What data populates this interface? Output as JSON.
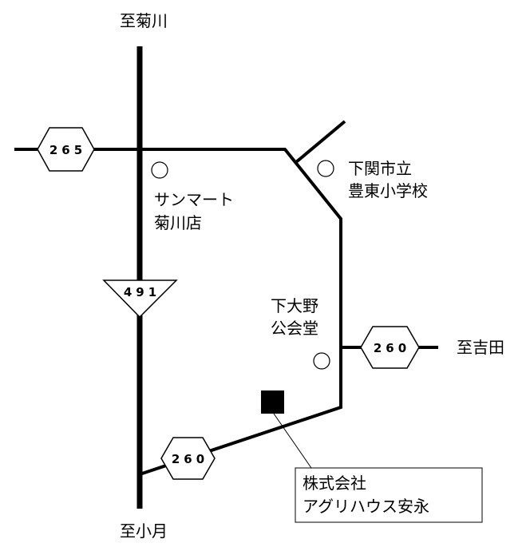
{
  "destinations": {
    "north": "至菊川",
    "south": "至小月",
    "east": "至吉田"
  },
  "route_shields": {
    "r265": "265",
    "r491": "491",
    "r260_east": "260",
    "r260_south": "260"
  },
  "landmarks": {
    "supermarket_line1": "サンマート",
    "supermarket_line2": "菊川店",
    "school_line1": "下関市立",
    "school_line2": "豊東小学校",
    "hall_line1": "下大野",
    "hall_line2": "公会堂"
  },
  "company": {
    "line1": "株式会社",
    "line2": "アグリハウス安永"
  },
  "colors": {
    "road": "#000000",
    "background": "#ffffff"
  }
}
